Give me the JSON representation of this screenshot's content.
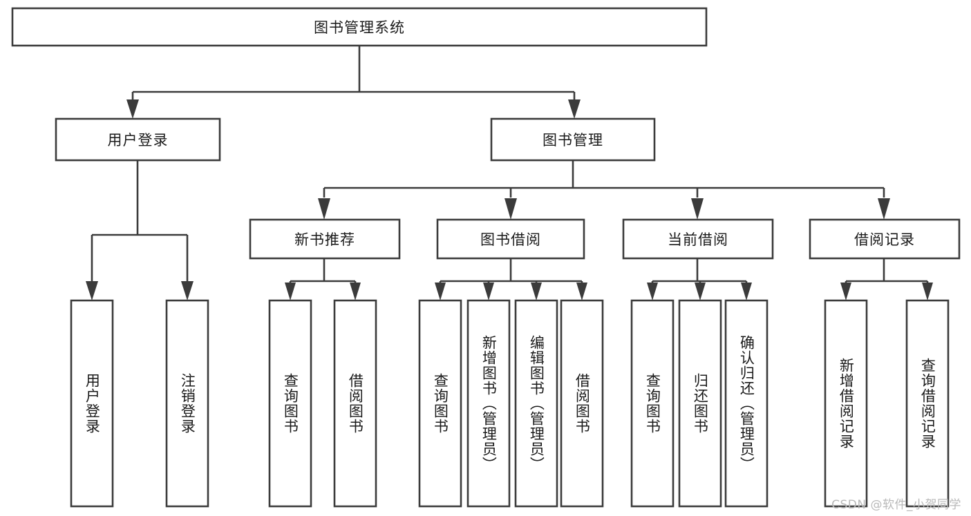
{
  "diagram": {
    "title": "图书管理系统",
    "type": "tree-hierarchy-diagram",
    "colors": {
      "box_stroke": "#3b3b3b",
      "box_fill": "#ffffff",
      "text": "#1a1a1a",
      "background": "#ffffff",
      "watermark": "#b9b9b9"
    },
    "root": {
      "label": "图书管理系统"
    },
    "level2": [
      {
        "label": "用户登录"
      },
      {
        "label": "图书管理"
      }
    ],
    "level3": [
      {
        "label": "新书推荐"
      },
      {
        "label": "图书借阅"
      },
      {
        "label": "当前借阅"
      },
      {
        "label": "借阅记录"
      }
    ],
    "leaves_user_login": [
      {
        "label": "用户登录"
      },
      {
        "label": "注销登录"
      }
    ],
    "leaves_new_book": [
      {
        "label": "查询图书"
      },
      {
        "label": "借阅图书"
      }
    ],
    "leaves_borrow": [
      {
        "label": "查询图书"
      },
      {
        "label": "新增图书（管理员）"
      },
      {
        "label": "编辑图书（管理员）"
      },
      {
        "label": "借阅图书"
      }
    ],
    "leaves_current": [
      {
        "label": "查询图书"
      },
      {
        "label": "归还图书"
      },
      {
        "label": "确认归还（管理员）"
      }
    ],
    "leaves_records": [
      {
        "label": "新增借阅记录"
      },
      {
        "label": "查询借阅记录"
      }
    ]
  },
  "watermark": {
    "text": "CSDN @软件_小贺同学"
  }
}
